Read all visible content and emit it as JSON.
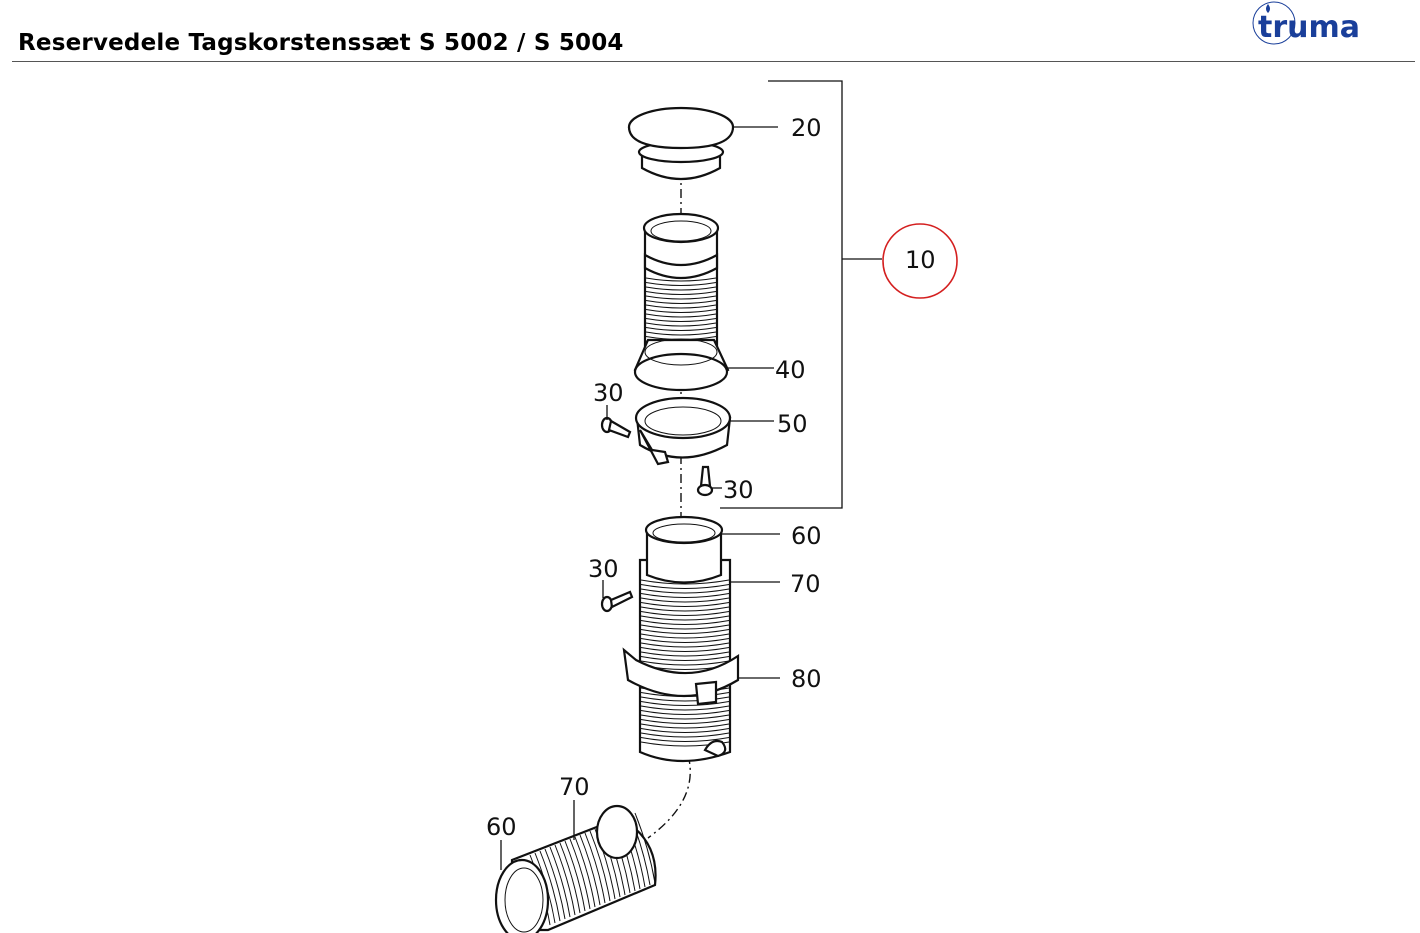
{
  "header": {
    "title": "Reservedele Tagskorstenssæt S 5002 / S 5004",
    "logo_text": "truma",
    "brand_color": "#1a3f9a"
  },
  "diagram": {
    "highlight_color": "#d42020",
    "callouts": [
      {
        "id": "c20",
        "label": "20"
      },
      {
        "id": "c10",
        "label": "10",
        "highlighted": true
      },
      {
        "id": "c40",
        "label": "40"
      },
      {
        "id": "c30a",
        "label": "30"
      },
      {
        "id": "c50",
        "label": "50"
      },
      {
        "id": "c30b",
        "label": "30"
      },
      {
        "id": "c60a",
        "label": "60"
      },
      {
        "id": "c30c",
        "label": "30"
      },
      {
        "id": "c70a",
        "label": "70"
      },
      {
        "id": "c80",
        "label": "80"
      },
      {
        "id": "c70b",
        "label": "70"
      },
      {
        "id": "c60b",
        "label": "60"
      }
    ]
  }
}
